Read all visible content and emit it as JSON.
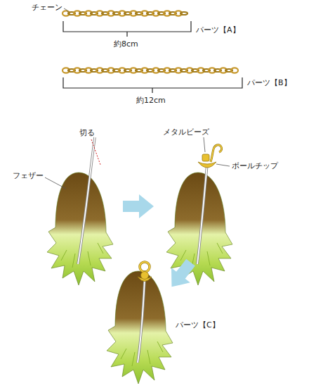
{
  "diagram": {
    "labels": [
      "チェーン",
      "パーツ【A】",
      "約8cm",
      "パーツ【B】",
      "約12cm",
      "切る",
      "フェザー",
      "メタルビーズ",
      "ボールチップ",
      "パーツ【C】"
    ]
  }
}
